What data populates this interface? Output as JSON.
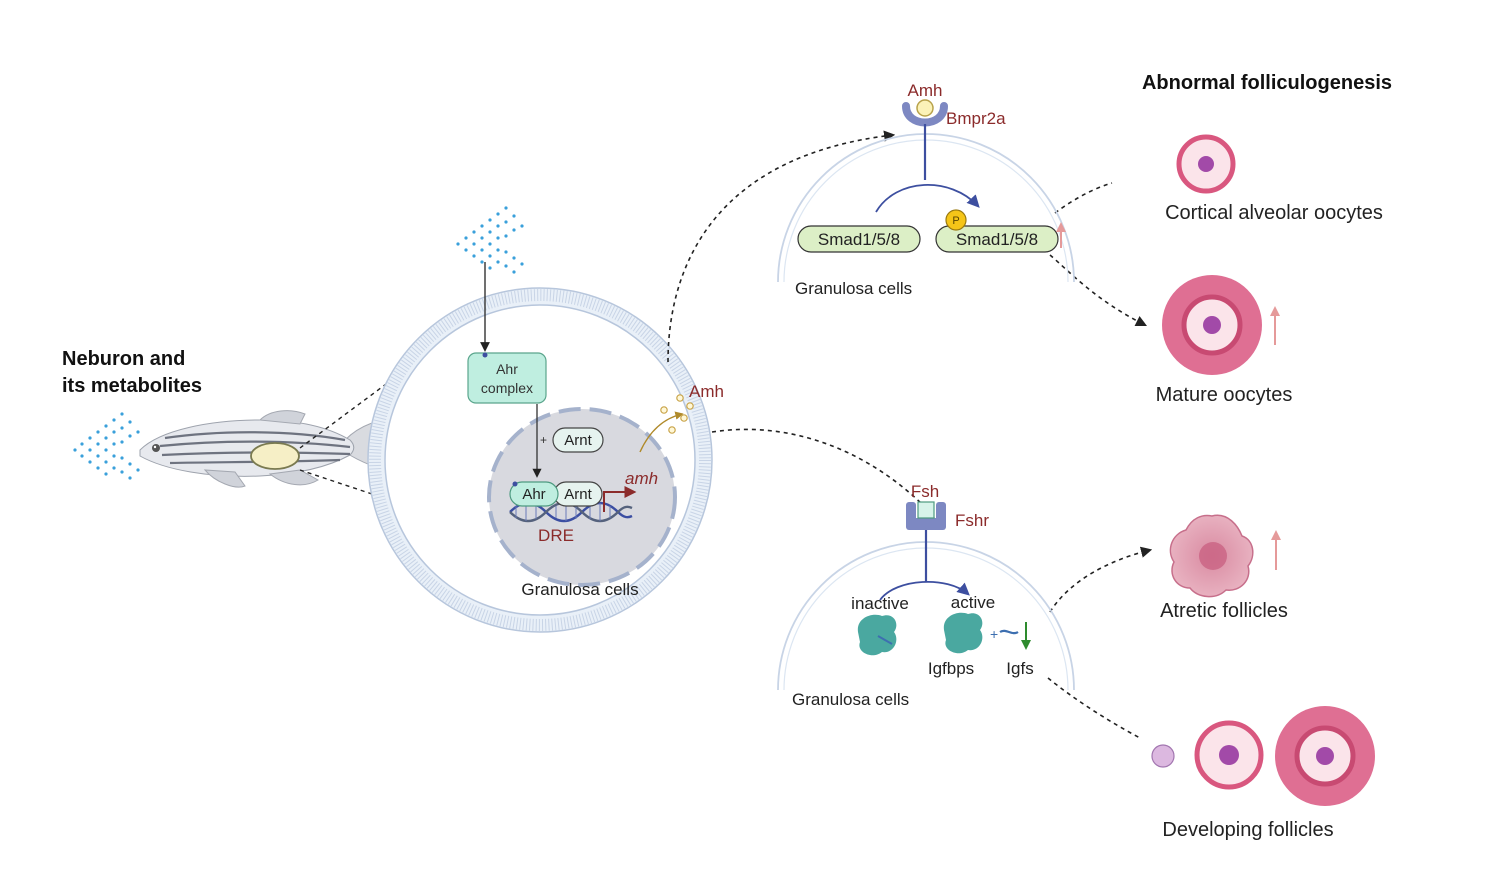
{
  "left": {
    "title_line1": "Neburon and",
    "title_line2": "its metabolites"
  },
  "cell": {
    "ahr_complex_line1": "Ahr",
    "ahr_complex_line2": "complex",
    "plus": "+",
    "arnt": "Arnt",
    "ahr": "Ahr",
    "arnt_bound": "Arnt",
    "amh_gene": "amh",
    "dre": "DRE",
    "amh_protein": "Amh",
    "label": "Granulosa cells"
  },
  "top_pathway": {
    "ligand": "Amh",
    "receptor": "Bmpr2a",
    "smad_left": "Smad1/5/8",
    "smad_right": "Smad1/5/8",
    "phospho": "P",
    "cell_label": "Granulosa cells"
  },
  "bottom_pathway": {
    "ligand": "Fsh",
    "receptor": "Fshr",
    "inactive": "inactive",
    "active": "active",
    "igfbps": "Igfbps",
    "igfs": "Igfs",
    "cell_label": "Granulosa cells"
  },
  "outcomes": {
    "title": "Abnormal folliculogenesis",
    "cortical": "Cortical alveolar oocytes",
    "mature": "Mature oocytes",
    "atretic": "Atretic follicles",
    "developing": "Developing follicles"
  },
  "colors": {
    "maroon": "#8b2b2b",
    "receptor_blue": "#7d88c2",
    "teal_box": "#bfeee0",
    "smad_green": "#dcefc6",
    "follicle_pink": "#d9577f",
    "oocyte_purple": "#a24aa8",
    "up_arrow": "#e59a9a",
    "down_arrow": "#2e8b2e"
  }
}
